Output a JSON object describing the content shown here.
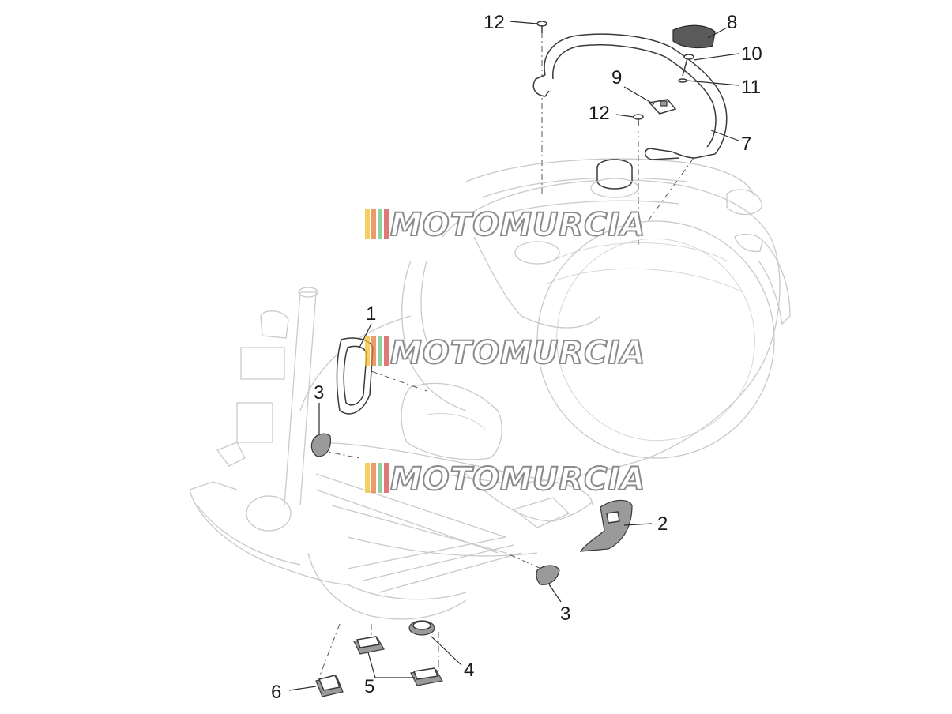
{
  "watermark": {
    "text": "MOTOMURCIA",
    "stripe_colors": [
      "#f2c230",
      "#e8793a",
      "#6cc17a",
      "#d84a4a"
    ]
  },
  "callouts": [
    {
      "id": "c1",
      "label": "1"
    },
    {
      "id": "c2",
      "label": "2"
    },
    {
      "id": "c3a",
      "label": "3"
    },
    {
      "id": "c3b",
      "label": "3"
    },
    {
      "id": "c4",
      "label": "4"
    },
    {
      "id": "c5",
      "label": "5"
    },
    {
      "id": "c6",
      "label": "6"
    },
    {
      "id": "c7",
      "label": "7"
    },
    {
      "id": "c8",
      "label": "8"
    },
    {
      "id": "c9",
      "label": "9"
    },
    {
      "id": "c10",
      "label": "10"
    },
    {
      "id": "c11",
      "label": "11"
    },
    {
      "id": "c12a",
      "label": "12"
    },
    {
      "id": "c12b",
      "label": "12"
    }
  ]
}
